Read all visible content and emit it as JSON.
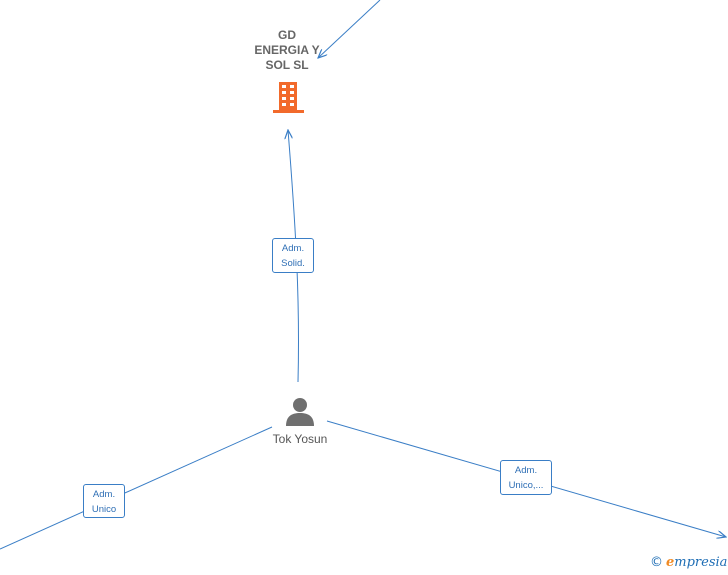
{
  "company": {
    "name_lines": [
      "GD",
      "ENERGIA Y",
      "SOL  SL"
    ],
    "icon": "building-icon",
    "icon_color": "#f26a2b"
  },
  "person": {
    "name": "Tok Yosun",
    "icon": "person-icon",
    "icon_color": "#6f6f6f"
  },
  "relations": [
    {
      "lines": [
        "Adm.",
        "Solid."
      ]
    },
    {
      "lines": [
        "Adm.",
        "Unico"
      ]
    },
    {
      "lines": [
        "Adm.",
        "Unico,..."
      ]
    }
  ],
  "colors": {
    "edge": "#3a7ec6",
    "label_text": "#2f6fb5"
  },
  "watermark": {
    "copyright": "©",
    "brand_initial": "e",
    "brand_rest": "mpresia"
  }
}
